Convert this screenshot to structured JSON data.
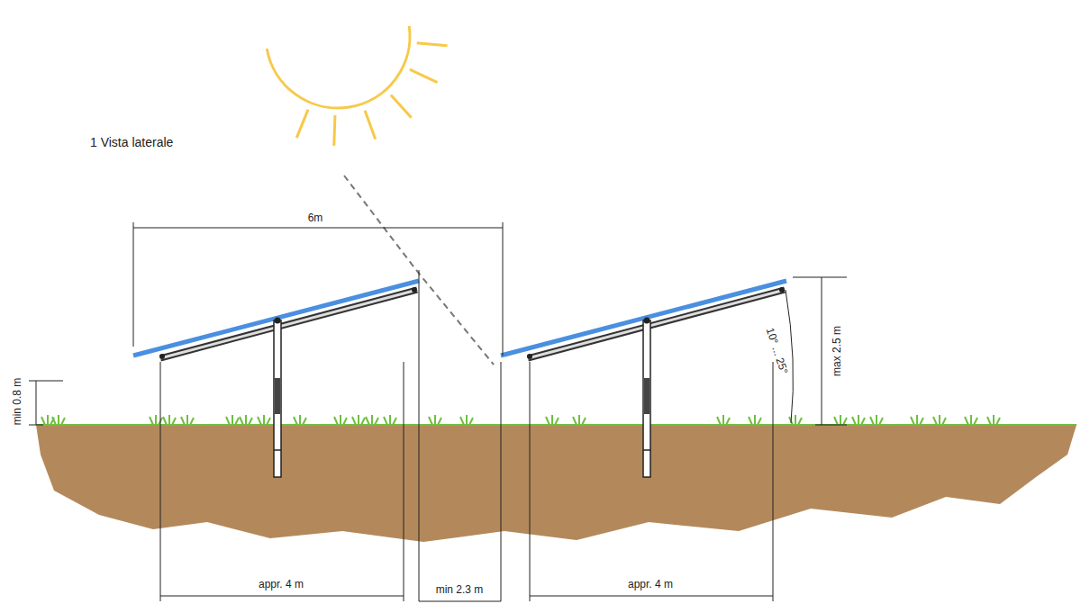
{
  "diagram": {
    "title": "1 Vista laterale",
    "labels": [
      "6m",
      "min 0.8 m",
      "max 2.5 m",
      "10° ... 25°",
      "appr. 4 m",
      "min 2.3 m",
      "appr. 4 m"
    ]
  }
}
